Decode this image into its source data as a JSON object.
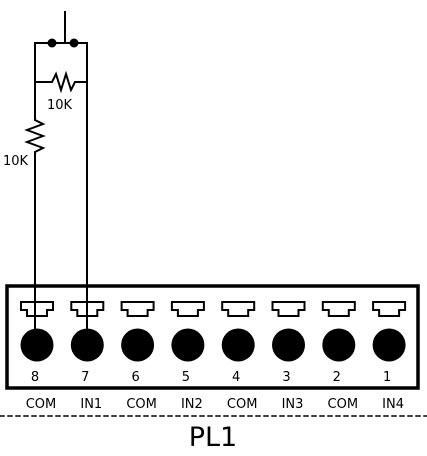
{
  "diagram": {
    "resistor_parallel_label": "10K",
    "resistor_series_label": "10K",
    "connector_label": "PL1",
    "pins": [
      {
        "number": "8",
        "signal": "COM"
      },
      {
        "number": "7",
        "signal": "IN1"
      },
      {
        "number": "6",
        "signal": "COM"
      },
      {
        "number": "5",
        "signal": "IN2"
      },
      {
        "number": "4",
        "signal": "COM"
      },
      {
        "number": "3",
        "signal": "IN3"
      },
      {
        "number": "2",
        "signal": "COM"
      },
      {
        "number": "1",
        "signal": "IN4"
      }
    ],
    "colors": {
      "line": "#000000",
      "background": "#ffffff"
    }
  }
}
